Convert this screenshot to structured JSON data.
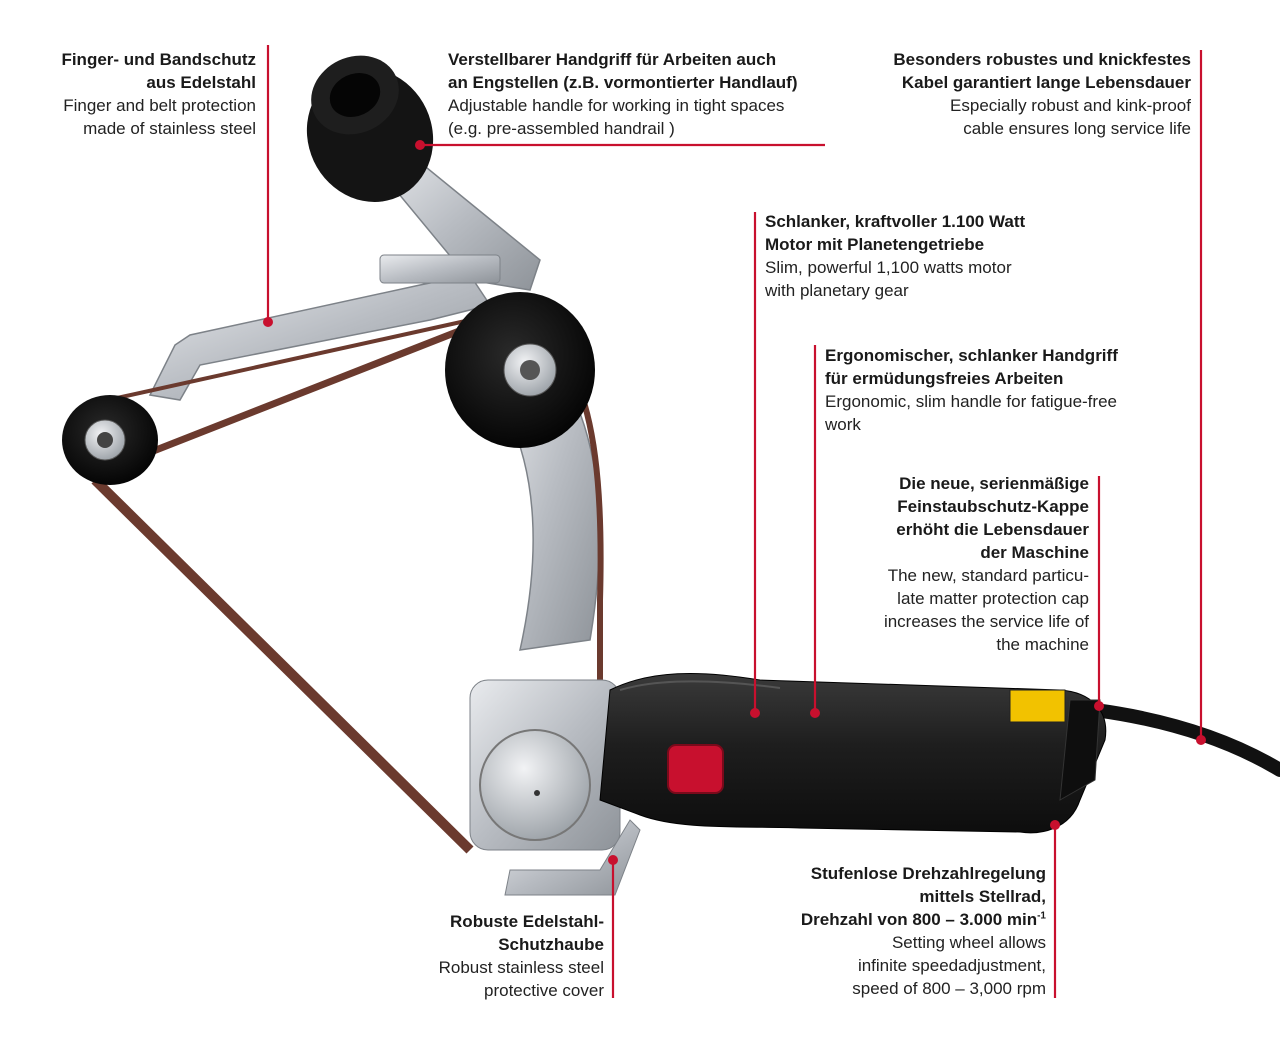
{
  "colors": {
    "accent": "#c8102e",
    "text": "#1a1a1a",
    "belt": "#6b3a2e",
    "body": "#1c1c1c",
    "metal": "#c9ccd0"
  },
  "callouts": {
    "guard": {
      "de": "Finger- und Bandschutz\naus Edelstahl",
      "en": "Finger and belt protection\nmade of stainless steel"
    },
    "handle_adj": {
      "de": "Verstellbarer Handgriff für Arbeiten auch\nan Engstellen (z.B. vormontierter Handlauf)",
      "en": "Adjustable handle for working in tight spaces\n(e.g. pre-assembled handrail )"
    },
    "cable": {
      "de": "Besonders robustes und knickfestes\nKabel garantiert lange Lebensdauer",
      "en": "Especially robust and kink-proof\ncable ensures long service life"
    },
    "motor": {
      "de": "Schlanker, kraftvoller 1.100 Watt\nMotor mit Planetengetriebe",
      "en": "Slim, powerful 1,100 watts motor\nwith planetary gear"
    },
    "ergo": {
      "de": "Ergonomischer, schlanker Handgriff\nfür ermüdungsfreies Arbeiten",
      "en": "Ergonomic, slim handle for fatigue-free\nwork"
    },
    "cap": {
      "de": "Die neue, serienmäßige\nFeinstaubschutz-Kappe\nerhöht die Lebensdauer\nder Maschine",
      "en": "The new, standard particu-\nlate matter protection cap\nincreases the service life of\nthe machine"
    },
    "cover": {
      "de": "Robuste Edelstahl-\nSchutzhaube",
      "en": "Robust stainless steel\nprotective cover"
    },
    "speed": {
      "de_lines": [
        "Stufenlose Drehzahlregelung",
        "mittels Stellrad,"
      ],
      "de_last": "Drehzahl von 800 – 3.000 min",
      "de_sup": "-1",
      "en": "Setting wheel allows\ninfinite speedadjustment,\nspeed of 800 – 3,000 rpm"
    }
  }
}
